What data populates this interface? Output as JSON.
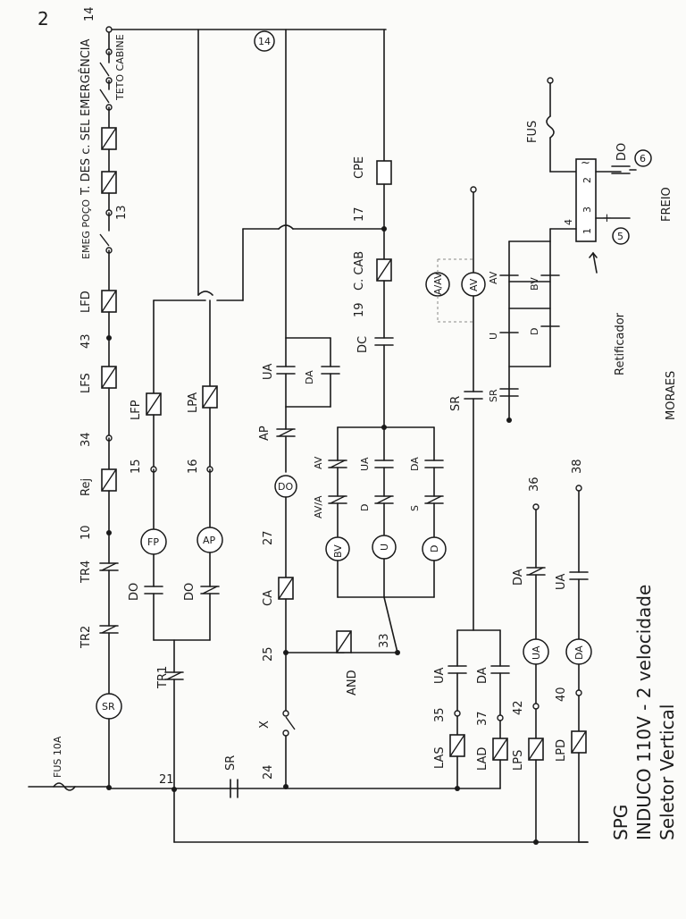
{
  "page_corner": "2",
  "top_labels": {
    "emergencia": "EMERGÊNCIA",
    "n14": "14",
    "teto_cabine": "TETO CABINE",
    "t_des_c_sel": "T. DES c. SEL",
    "n13": "13",
    "emeg_poco": "EMEG POÇO",
    "lfd": "LFD",
    "n43": "43",
    "lfs": "LFS",
    "n34": "34",
    "rej": "Rej",
    "n10": "10",
    "tr4": "TR4",
    "tr2": "TR2",
    "sr_coil": "SR",
    "fus_esq": "FUS 10A",
    "n21": "21",
    "tr1": "TR1",
    "do_1": "DO",
    "do_2": "DO",
    "fp": "FP",
    "ap": "AP",
    "n15": "15",
    "n16": "16",
    "lfp": "LFP",
    "lpa": "LPA",
    "n14_circle": "14",
    "cpe": "CPE",
    "n17": "17",
    "c_cab": "C. CAB",
    "n19": "19",
    "dc": "DC",
    "ua_top": "UA",
    "da_top": "DA",
    "ap_contact": "AP",
    "do_coil": "DO",
    "n27": "27",
    "ca": "CA",
    "n25": "25",
    "x": "X",
    "n24": "24",
    "sr_bottom": "SR",
    "and": "AND",
    "n33": "33",
    "av": "AV",
    "ua_mid": "UA",
    "da_mid": "DA",
    "ava": "AV/A",
    "d_lbl": "D",
    "s_lbl": "S",
    "bv": "BV",
    "u": "U",
    "d": "D",
    "aa_av": "A/AV",
    "av_circle": "AV",
    "sr_right": "SR",
    "ua_las": "UA",
    "da_lad": "DA",
    "n35": "35",
    "n37": "37",
    "las": "LAS",
    "lad": "LAD",
    "n42": "42",
    "n40": "40",
    "lps": "LPS",
    "lpd": "LPD",
    "ua_circle": "UA",
    "da_circle": "DA",
    "n36": "36",
    "n38": "38",
    "da_r": "DA",
    "ua_r": "UA",
    "fus_dir": "FUS",
    "do_freio": "DO",
    "freio": "FREIO",
    "n6": "6",
    "n5": "5",
    "av_rect": "AV",
    "bv_rect": "BV",
    "u_rect": "U",
    "d_rect": "D",
    "sr_rect": "SR",
    "retificador": "Retificador",
    "moraes": "MORAES",
    "b_1": "1",
    "b_2": "2",
    "b_3": "3",
    "b_4": "4",
    "sym_plus": "+",
    "sym_tilde": "~"
  },
  "title_block": {
    "spg": "SPG",
    "line1": "INDUCO 110V - 2 velocidade",
    "line2": "Seletor Vertical"
  }
}
